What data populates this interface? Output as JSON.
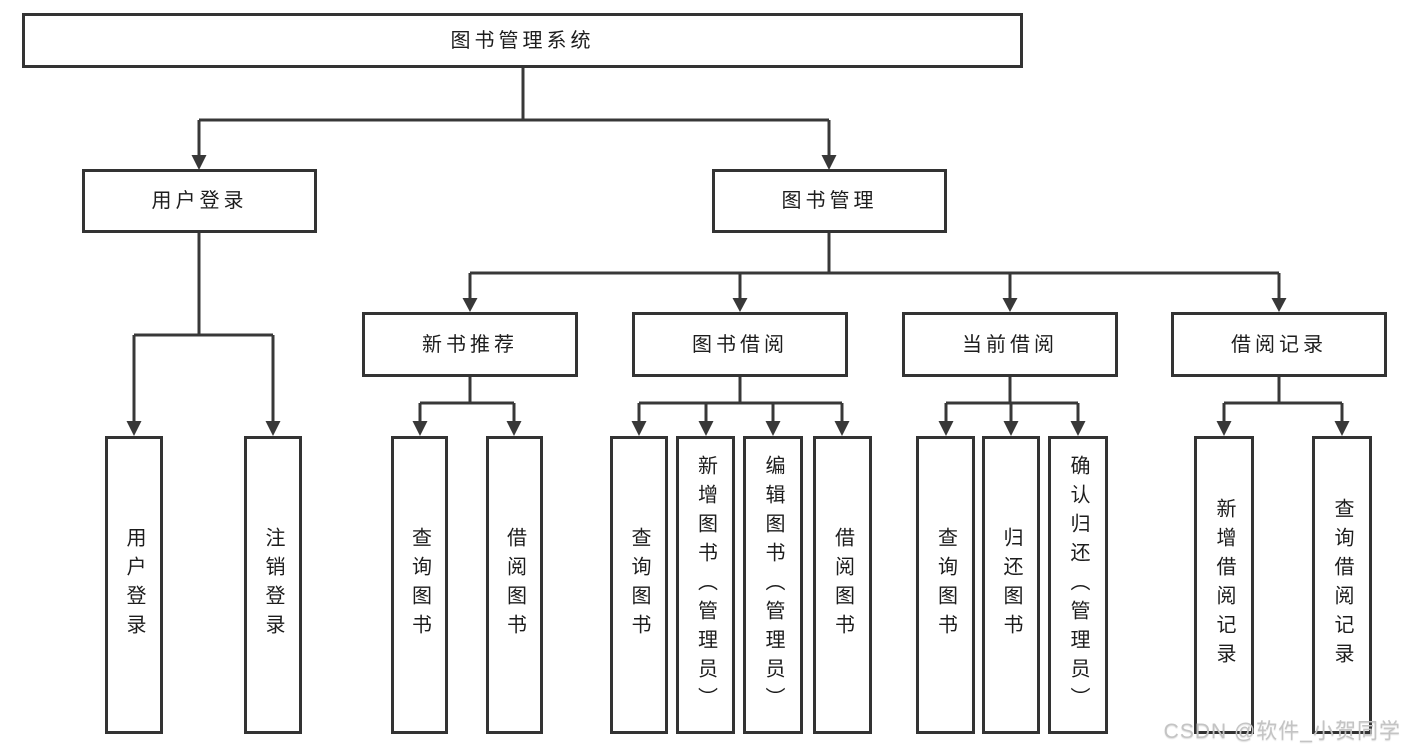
{
  "tree": {
    "root": {
      "label": "图书管理系统",
      "children": [
        {
          "label": "用户登录",
          "children": [
            {
              "label": "用户登录"
            },
            {
              "label": "注销登录"
            }
          ]
        },
        {
          "label": "图书管理",
          "children": [
            {
              "label": "新书推荐",
              "children": [
                {
                  "label": "查询图书"
                },
                {
                  "label": "借阅图书"
                }
              ]
            },
            {
              "label": "图书借阅",
              "children": [
                {
                  "label": "查询图书"
                },
                {
                  "label": "新增图书（管理员）"
                },
                {
                  "label": "编辑图书（管理员）"
                },
                {
                  "label": "借阅图书"
                }
              ]
            },
            {
              "label": "当前借阅",
              "children": [
                {
                  "label": "查询图书"
                },
                {
                  "label": "归还图书"
                },
                {
                  "label": "确认归还（管理员）"
                }
              ]
            },
            {
              "label": "借阅记录",
              "children": [
                {
                  "label": "新增借阅记录"
                },
                {
                  "label": "查询借阅记录"
                }
              ]
            }
          ]
        }
      ]
    }
  },
  "watermark": {
    "text": "CSDN @软件_小贺同学"
  },
  "colors": {
    "line": "#383838",
    "box_border": "#333333",
    "text": "#1d1d1d",
    "watermark": "#c4c4c4",
    "background": "#ffffff"
  }
}
